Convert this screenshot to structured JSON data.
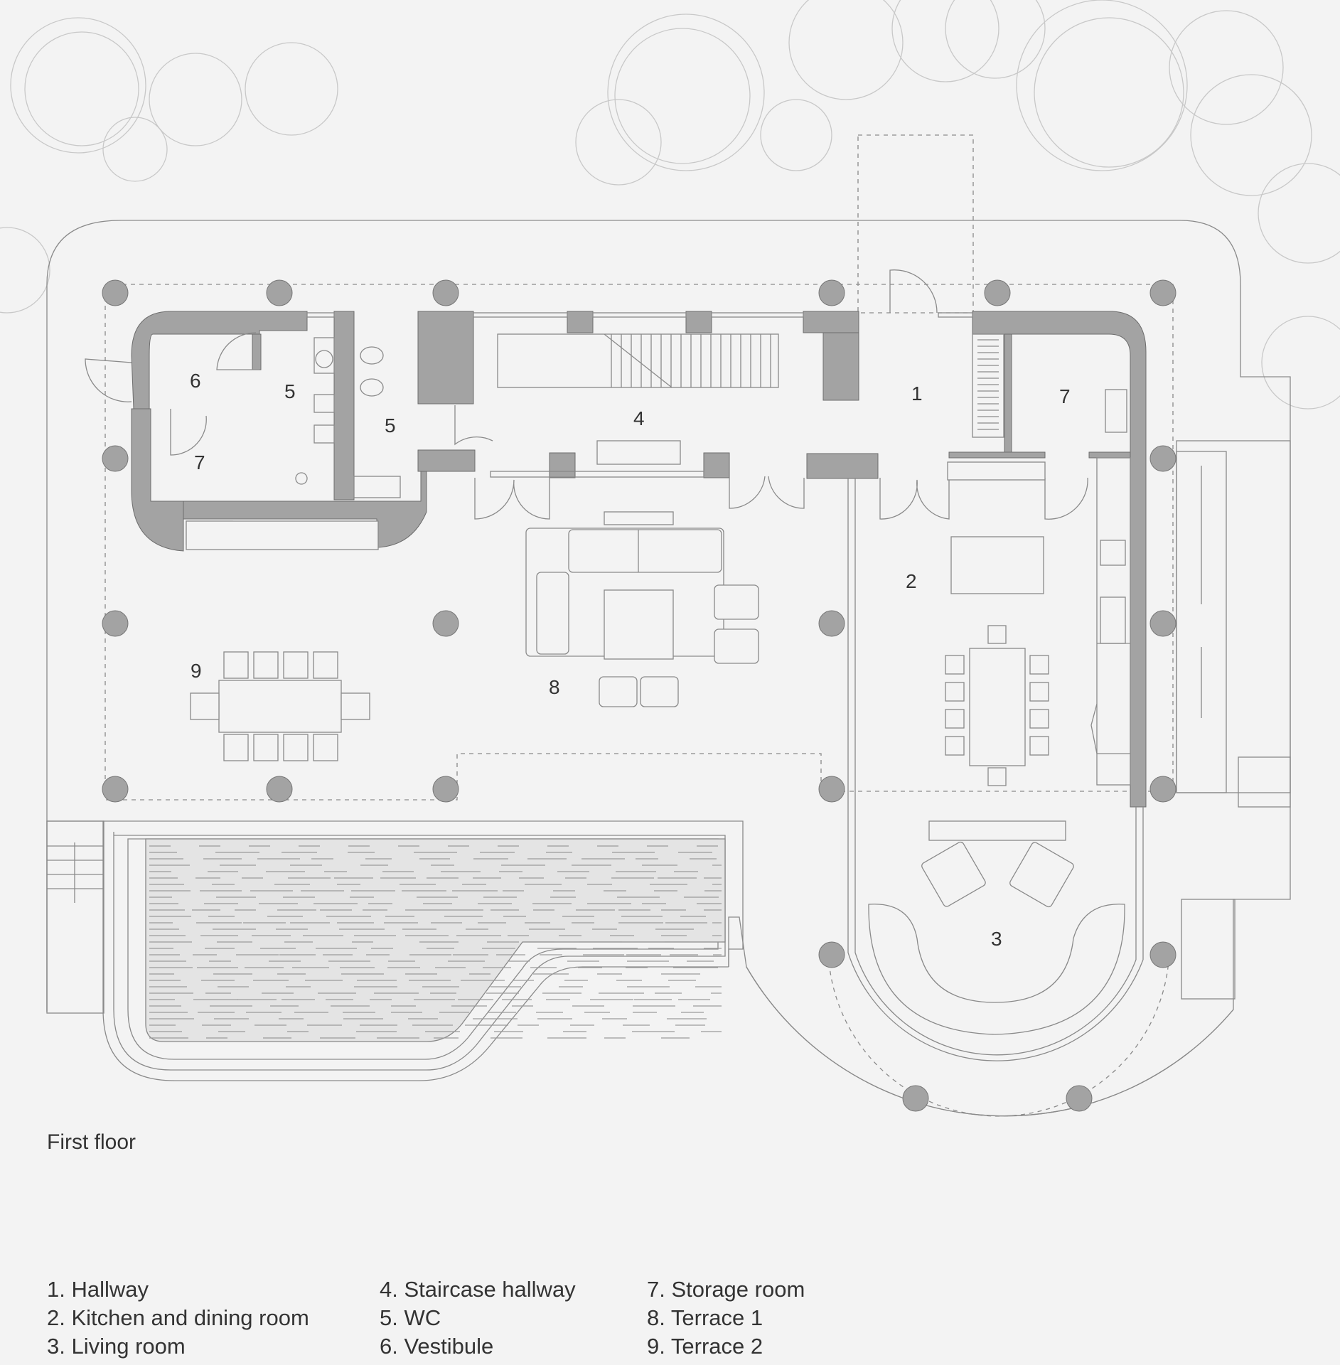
{
  "floor_title": "First floor",
  "room_numbers": {
    "hallway": "1",
    "kitchen_dining": "2",
    "living": "3",
    "staircase_hallway": "4",
    "wc_a": "5",
    "wc_b": "5",
    "vestibule": "6",
    "storage_a": "7",
    "storage_b": "7",
    "terrace_1": "8",
    "terrace_2": "9"
  },
  "legend": {
    "col1": [
      "1. Hallway",
      "2. Kitchen and dining room",
      "3. Living room"
    ],
    "col2": [
      "4. Staircase hallway",
      "5. WC",
      "6. Vestibule"
    ],
    "col3": [
      "7. Storage room",
      "8. Terrace 1",
      "9. Terrace 2"
    ]
  },
  "colors": {
    "background": "#f3f3f3",
    "wall_fill": "#a3a3a3",
    "line": "#8a8a8a",
    "tree_outline": "#c8c8c8"
  }
}
